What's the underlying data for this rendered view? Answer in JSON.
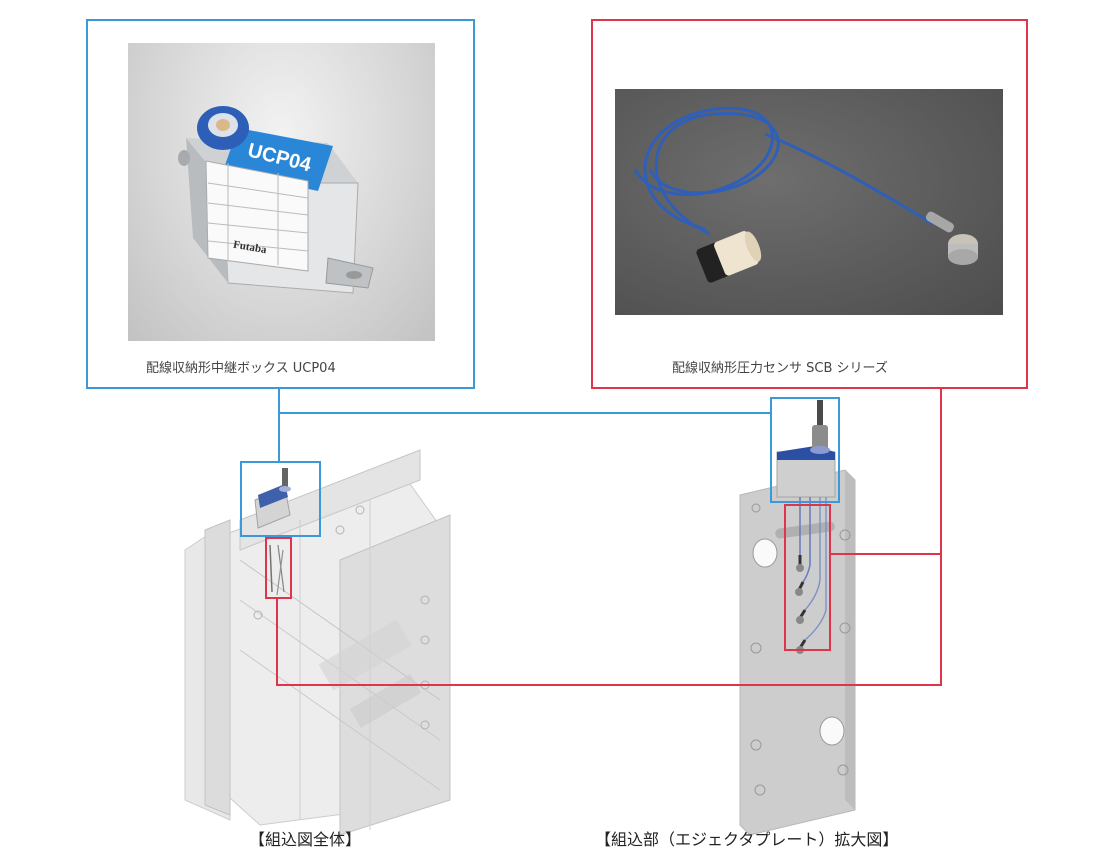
{
  "colors": {
    "blue_frame": "#3a9ad9",
    "red_frame": "#e0344a",
    "cable_blue": "#2f5fb8",
    "plate_gray": "#c9c9c9"
  },
  "products": {
    "relay_box": {
      "caption": "配線収納形中継ボックス UCP04",
      "label_text": "UCP04",
      "brand": "Futaba"
    },
    "pressure_sensor": {
      "caption": "配線収納形圧力センサ SCB シリーズ"
    }
  },
  "views": {
    "full_assembly": {
      "title": "【組込図全体】"
    },
    "ejector_plate": {
      "title": "【組込部（エジェクタプレート）拡大図】"
    }
  }
}
